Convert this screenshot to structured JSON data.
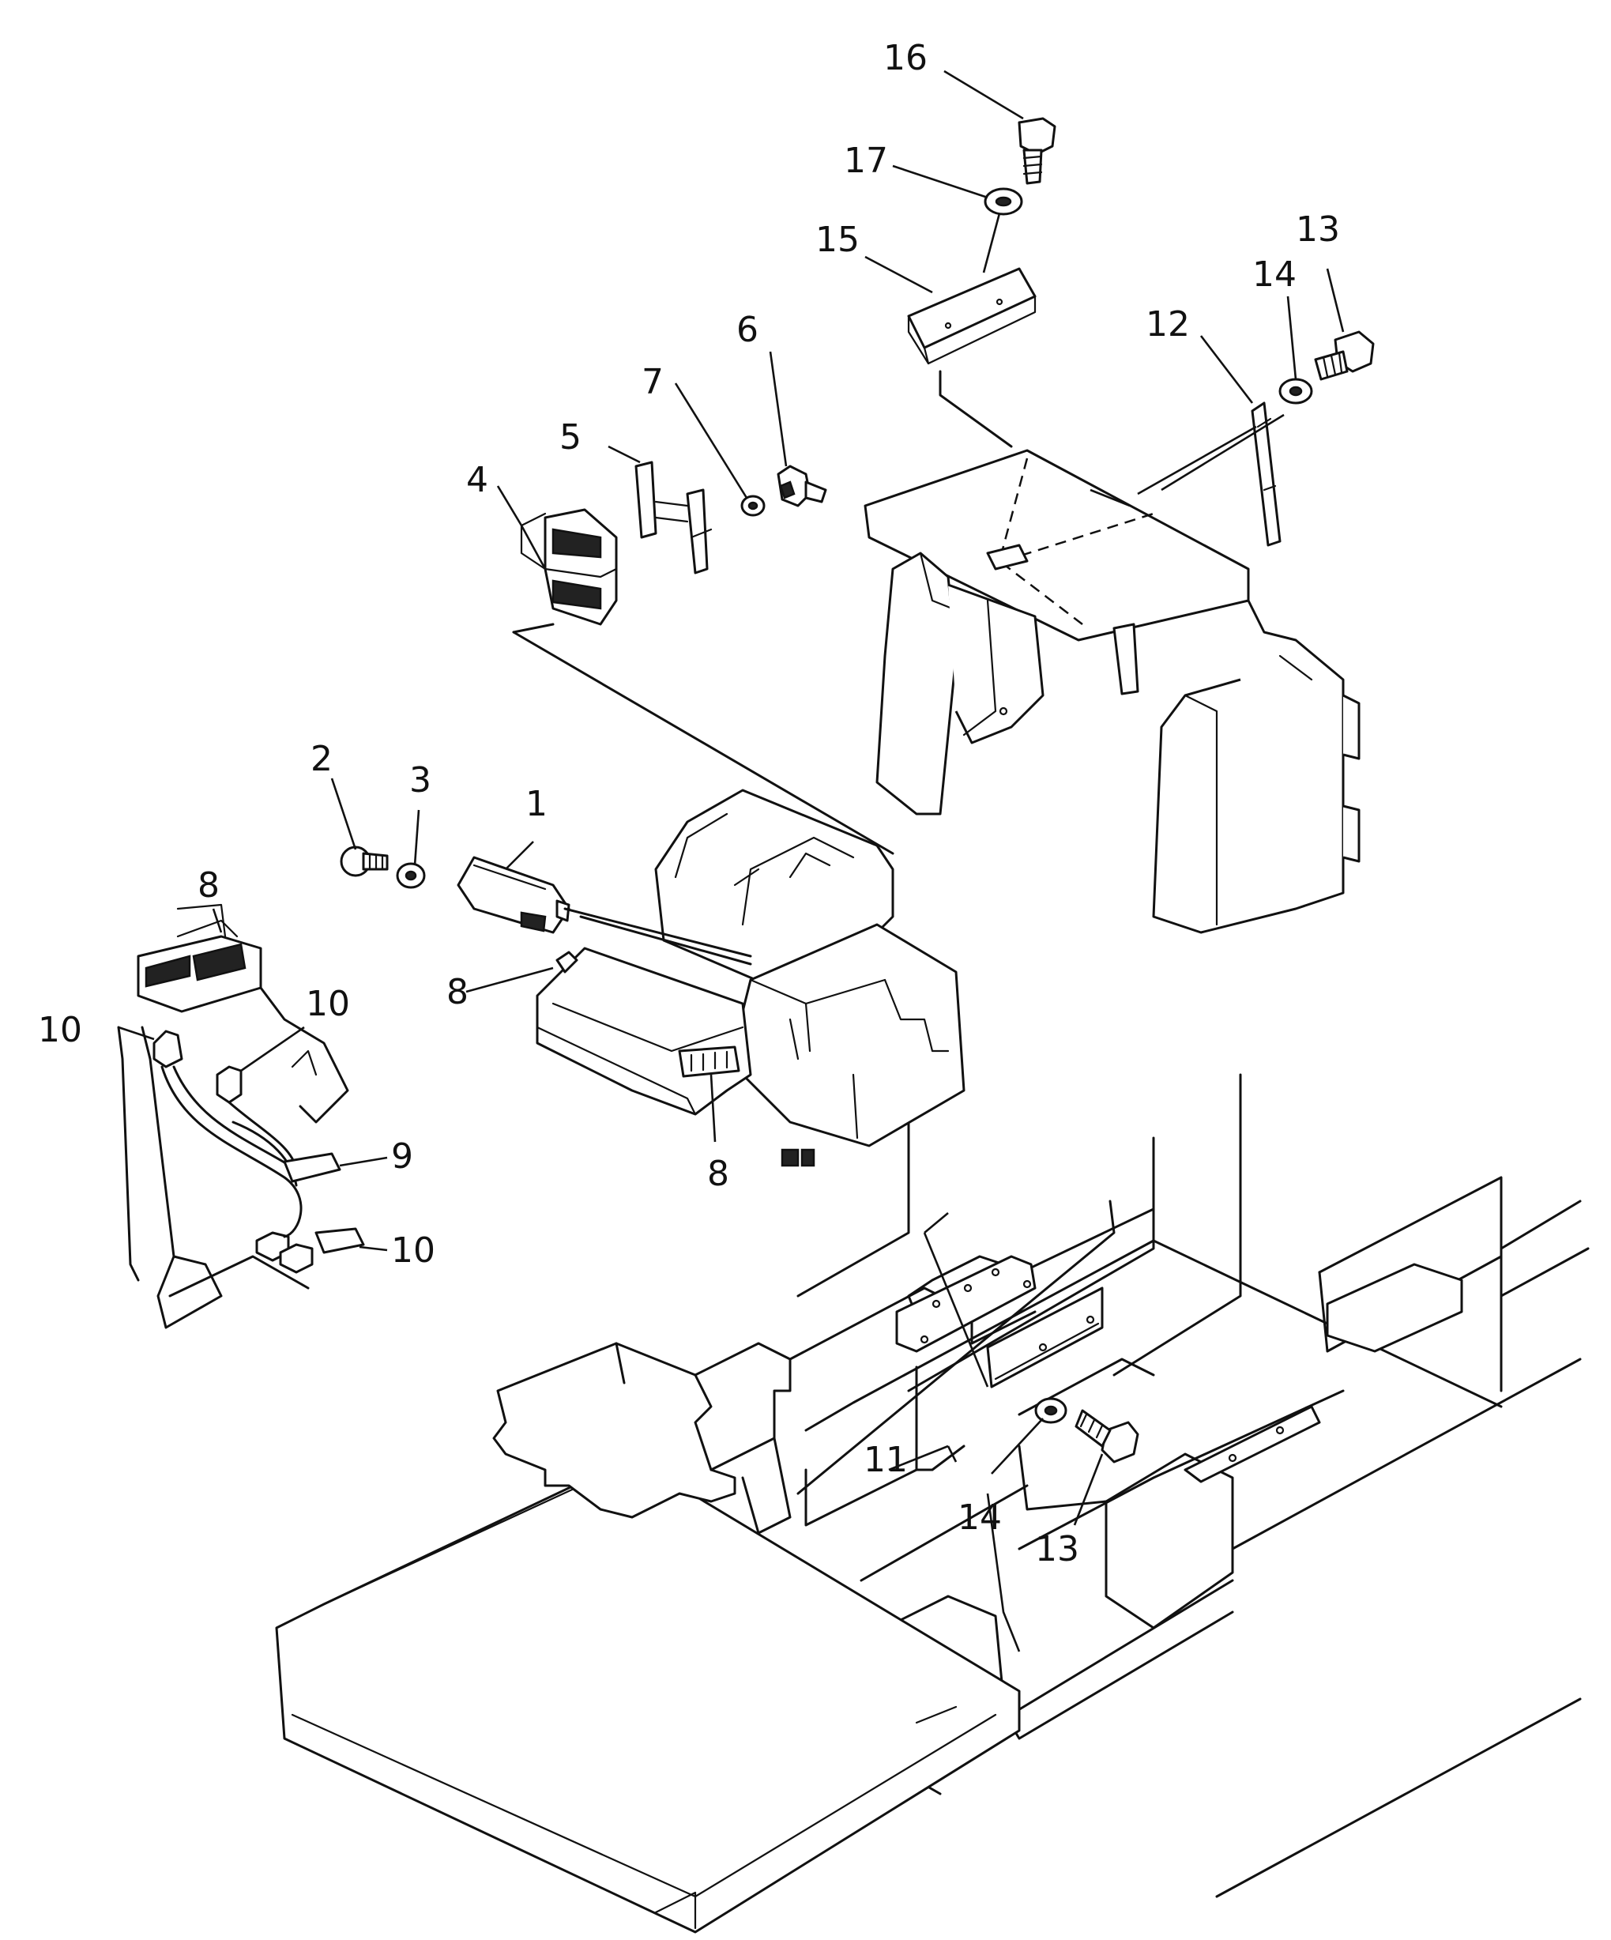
{
  "callouts": {
    "c1": "1",
    "c2": "2",
    "c3": "3",
    "c4": "4",
    "c5": "5",
    "c6": "6",
    "c7": "7",
    "c8a": "8",
    "c8b": "8",
    "c8c": "8",
    "c9": "9",
    "c10a": "10",
    "c10b": "10",
    "c10c": "10",
    "c11": "11",
    "c12": "12",
    "c13a": "13",
    "c13b": "13",
    "c14a": "14",
    "c14b": "14",
    "c15": "15",
    "c16": "16",
    "c17": "17"
  }
}
